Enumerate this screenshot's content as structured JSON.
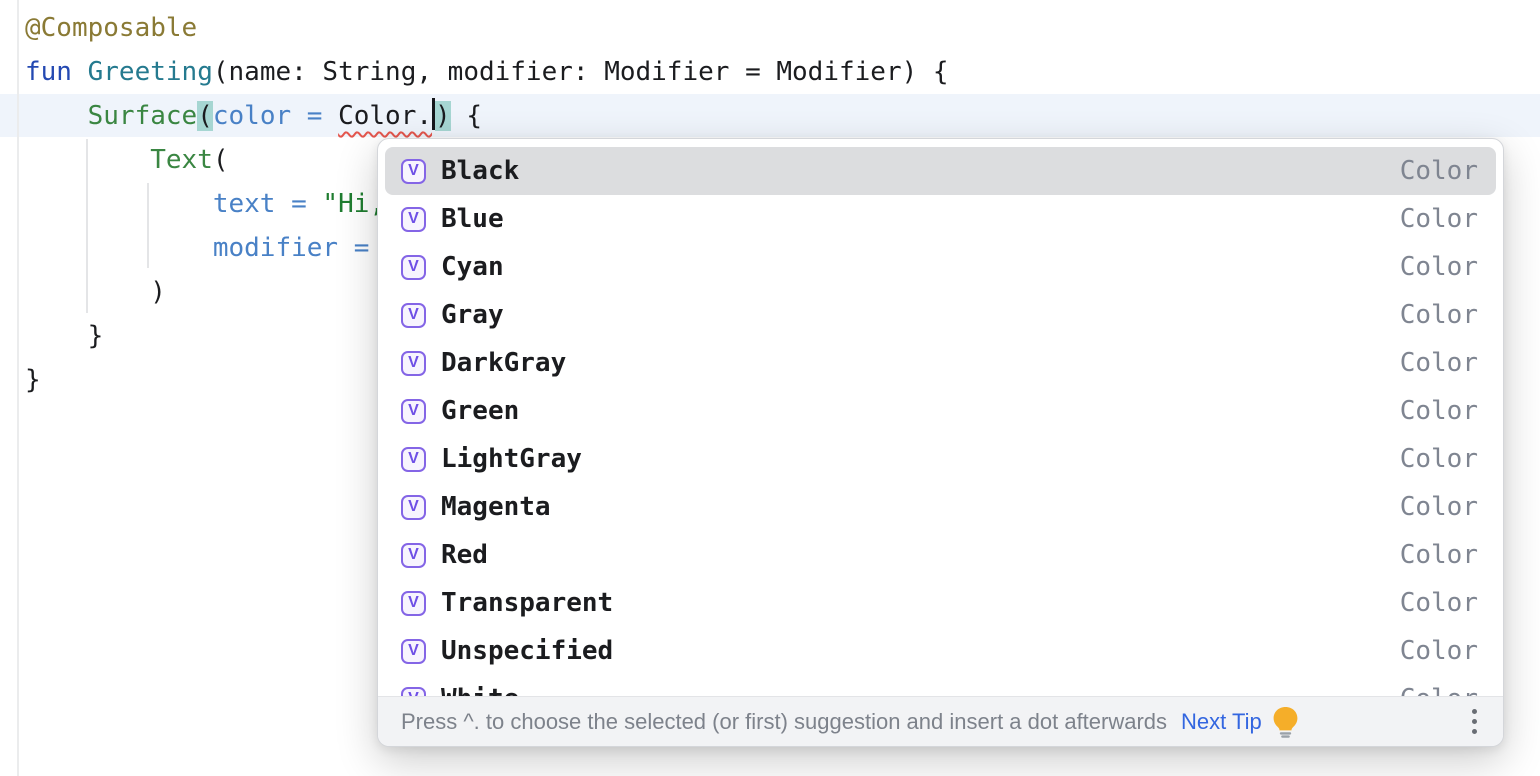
{
  "editor": {
    "code": {
      "line1": {
        "annotation": "@Composable"
      },
      "line2": {
        "kw": "fun",
        "space": " ",
        "fn_name": "Greeting",
        "rest": "(name: String, modifier: Modifier = Modifier) {"
      },
      "line3": {
        "indent": "    ",
        "fn_call": "Surface",
        "paren_open": "(",
        "named_arg": "color = ",
        "error_expr": "Color.",
        "paren_close": ")",
        "brace": " {"
      },
      "line4": {
        "indent": "        ",
        "fn_call": "Text",
        "paren": "("
      },
      "line5": {
        "indent": "            ",
        "named_arg": "text = ",
        "string": "\"Hi,"
      },
      "line6": {
        "indent": "            ",
        "named_arg": "modifier = "
      },
      "line7": {
        "text": "        )"
      },
      "line8": {
        "text": "    }"
      },
      "line9": {
        "text": "}"
      }
    }
  },
  "popup": {
    "items": [
      {
        "icon": "V",
        "label": "Black",
        "type": "Color",
        "selected": true
      },
      {
        "icon": "V",
        "label": "Blue",
        "type": "Color",
        "selected": false
      },
      {
        "icon": "V",
        "label": "Cyan",
        "type": "Color",
        "selected": false
      },
      {
        "icon": "V",
        "label": "Gray",
        "type": "Color",
        "selected": false
      },
      {
        "icon": "V",
        "label": "DarkGray",
        "type": "Color",
        "selected": false
      },
      {
        "icon": "V",
        "label": "Green",
        "type": "Color",
        "selected": false
      },
      {
        "icon": "V",
        "label": "LightGray",
        "type": "Color",
        "selected": false
      },
      {
        "icon": "V",
        "label": "Magenta",
        "type": "Color",
        "selected": false
      },
      {
        "icon": "V",
        "label": "Red",
        "type": "Color",
        "selected": false
      },
      {
        "icon": "V",
        "label": "Transparent",
        "type": "Color",
        "selected": false
      },
      {
        "icon": "V",
        "label": "Unspecified",
        "type": "Color",
        "selected": false
      },
      {
        "icon": "V",
        "label": "White",
        "type": "Color",
        "selected": false
      }
    ],
    "footer": {
      "hint": "Press ^. to choose the selected (or first) suggestion and insert a dot afterwards",
      "next_tip": "Next Tip"
    }
  },
  "colors": {
    "caret_row_bg": "#EFF4FB",
    "matched_paren_bg": "#A6D6D2",
    "error_squiggle": "#E4564D",
    "selected_item_bg": "#DCDDDF",
    "field_icon_purple": "#8465E6",
    "type_text_gray": "#7F8591",
    "hint_text_gray": "#7D828B",
    "next_tip_blue": "#3366E0",
    "lightbulb_amber": "#F5AE29",
    "annotation_gold": "#8A7A35",
    "keyword_blue": "#2449B2",
    "function_decl_teal": "#257A8F",
    "composable_call_green": "#3A8642",
    "named_arg_blue": "#4981C6",
    "string_green": "#1F7D30"
  }
}
